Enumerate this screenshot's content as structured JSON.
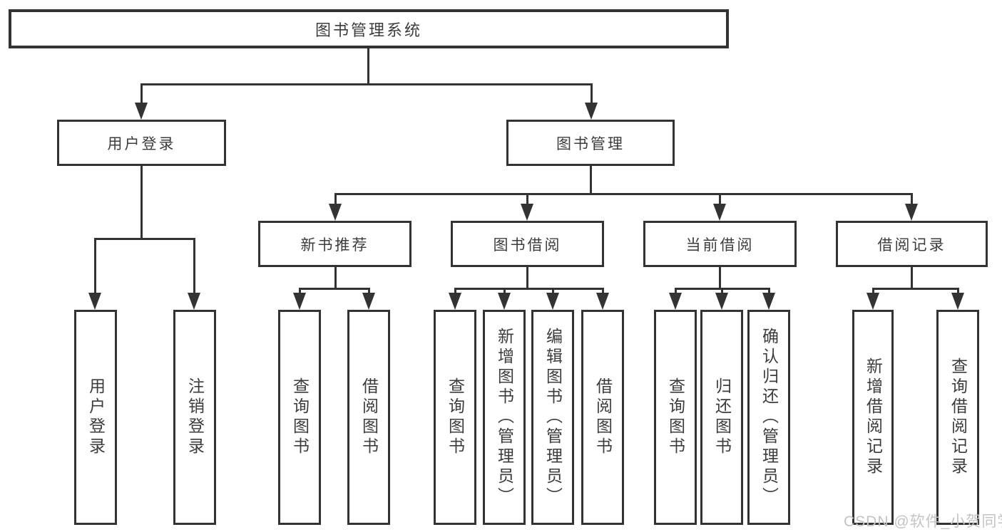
{
  "colors": {
    "line": "#333333",
    "text": "#3c3c3c",
    "background": "#ffffff",
    "watermark": "#c4c4c4"
  },
  "watermark": {
    "text": "CSDN @软件_小贺同学"
  },
  "tree": {
    "root": {
      "label": "图书管理系统"
    },
    "branches": [
      {
        "label": "用户登录",
        "children": [
          {
            "label": "用户登录"
          },
          {
            "label": "注销登录"
          }
        ]
      },
      {
        "label": "图书管理",
        "children": [
          {
            "label": "新书推荐",
            "children": [
              {
                "label": "查询图书"
              },
              {
                "label": "借阅图书"
              }
            ]
          },
          {
            "label": "图书借阅",
            "children": [
              {
                "label": "查询图书"
              },
              {
                "label": "新增图书（管理员）"
              },
              {
                "label": "编辑图书（管理员）"
              },
              {
                "label": "借阅图书"
              }
            ]
          },
          {
            "label": "当前借阅",
            "children": [
              {
                "label": "查询图书"
              },
              {
                "label": "归还图书"
              },
              {
                "label": "确认归还（管理员）"
              }
            ]
          },
          {
            "label": "借阅记录",
            "children": [
              {
                "label": "新增借阅记录"
              },
              {
                "label": "查询借阅记录"
              }
            ]
          }
        ]
      }
    ]
  }
}
